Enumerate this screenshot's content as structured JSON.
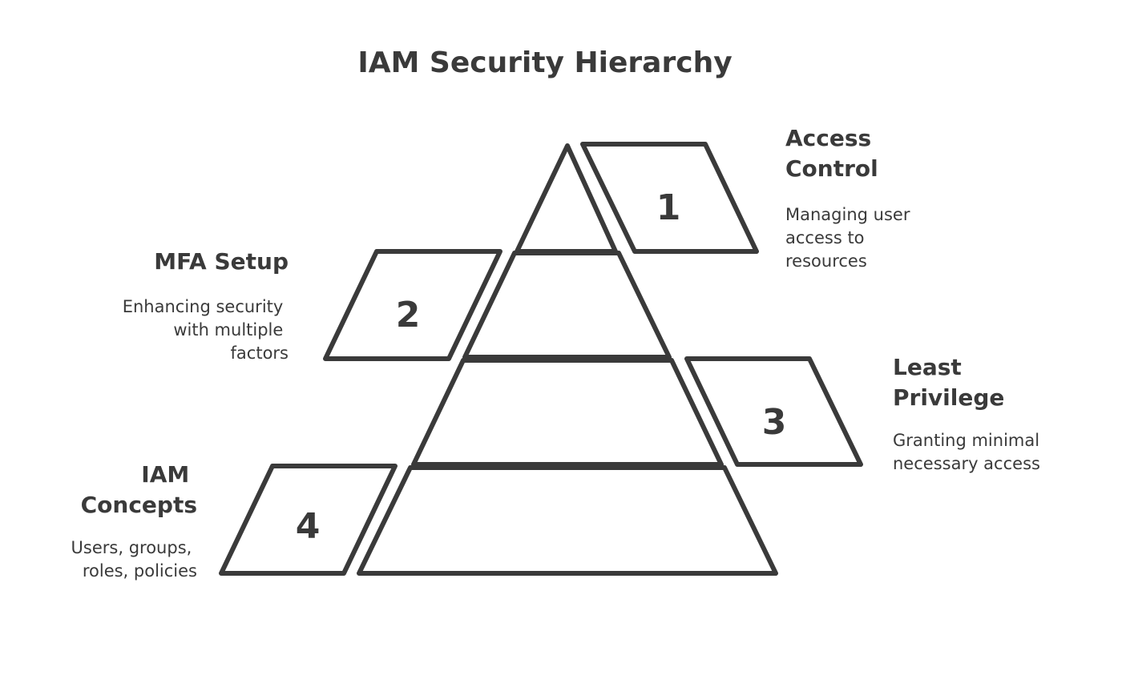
{
  "title": "IAM Security Hierarchy",
  "levels": [
    {
      "number": "1",
      "label_lines": [
        "Access",
        "Control"
      ],
      "description_lines": [
        "Managing user",
        "access to",
        "resources"
      ]
    },
    {
      "number": "2",
      "label_lines": [
        "MFA Setup"
      ],
      "description_lines": [
        "Enhancing security",
        "with multiple",
        "factors"
      ]
    },
    {
      "number": "3",
      "label_lines": [
        "Least",
        "Privilege"
      ],
      "description_lines": [
        "Granting minimal",
        "necessary access"
      ]
    },
    {
      "number": "4",
      "label_lines": [
        "IAM",
        "Concepts"
      ],
      "description_lines": [
        "Users, groups,",
        "roles, policies"
      ]
    }
  ],
  "colors": {
    "stroke": "#3a3a3a",
    "background": "#ffffff"
  }
}
